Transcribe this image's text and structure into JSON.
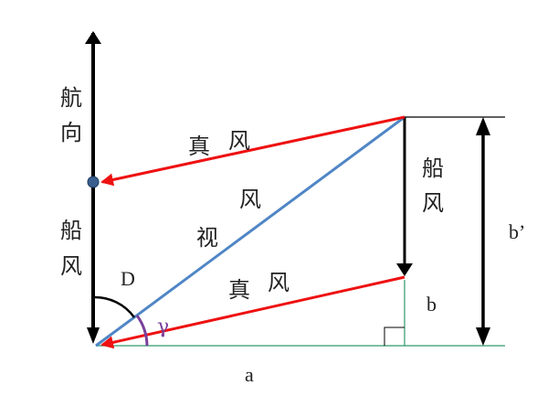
{
  "labels": {
    "heading_char1": "航",
    "heading_char2": "向",
    "ship_wind_left_char1": "船",
    "ship_wind_left_char2": "风",
    "true_wind_top_char1": "真",
    "true_wind_top_char2": "风",
    "apparent_wind_char1": "风",
    "apparent_wind_char2": "视",
    "ship_wind_right_char1": "船",
    "ship_wind_right_char2": "风",
    "true_wind_bottom_char1": "真",
    "true_wind_bottom_char2": "风",
    "angle_D": "D",
    "angle_gamma": "γ",
    "side_a": "a",
    "side_b": "b",
    "side_b_prime": "b’"
  },
  "colors": {
    "heading_arrow": "#000000",
    "true_wind": "#ee1111",
    "apparent_wind": "#4f86c6",
    "ship_wind": "#000000",
    "baseline": "#2e9a6a",
    "angle_gamma_arc": "#7a3f9a",
    "dot": "#3a5f8f"
  }
}
